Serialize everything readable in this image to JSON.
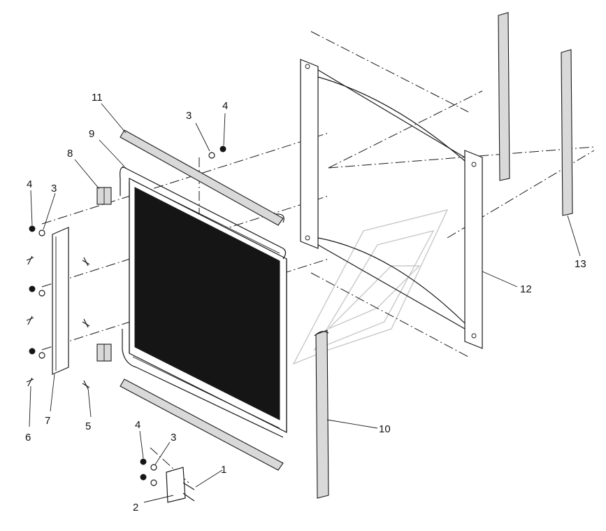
{
  "diagram": {
    "callouts": [
      {
        "id": "c1",
        "text": "1"
      },
      {
        "id": "c2",
        "text": "2"
      },
      {
        "id": "c3a",
        "text": "3"
      },
      {
        "id": "c3b",
        "text": "3"
      },
      {
        "id": "c3c",
        "text": "3"
      },
      {
        "id": "c4a",
        "text": "4"
      },
      {
        "id": "c4b",
        "text": "4"
      },
      {
        "id": "c4c",
        "text": "4"
      },
      {
        "id": "c5",
        "text": "5"
      },
      {
        "id": "c6",
        "text": "6"
      },
      {
        "id": "c7",
        "text": "7"
      },
      {
        "id": "c8",
        "text": "8"
      },
      {
        "id": "c9",
        "text": "9"
      },
      {
        "id": "c10",
        "text": "10"
      },
      {
        "id": "c11",
        "text": "11"
      },
      {
        "id": "c12",
        "text": "12"
      },
      {
        "id": "c13",
        "text": "13"
      }
    ]
  }
}
